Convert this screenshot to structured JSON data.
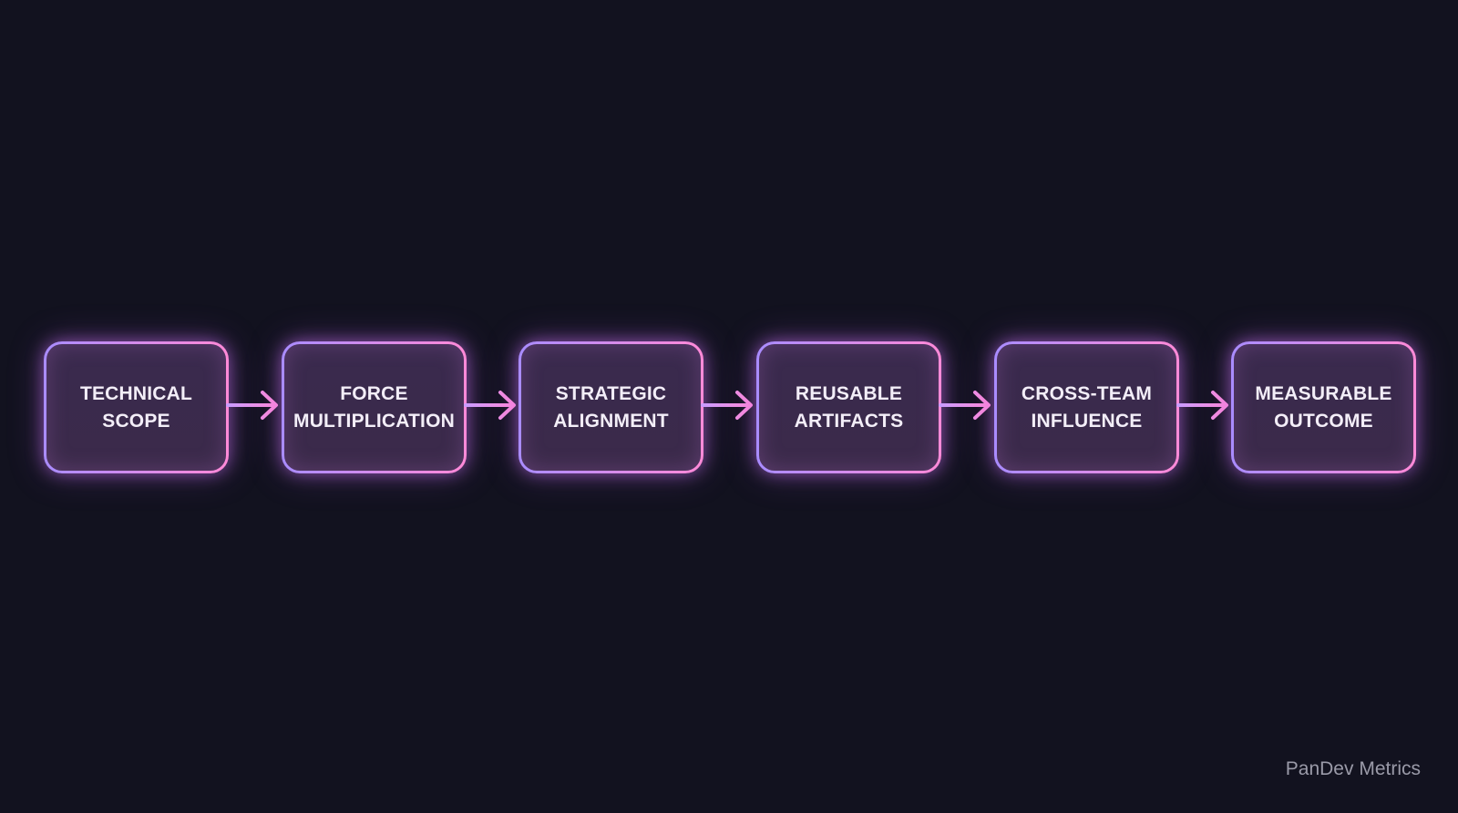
{
  "diagram": {
    "type": "linear-flow",
    "steps": [
      {
        "label": "TECHNICAL\nSCOPE"
      },
      {
        "label": "FORCE\nMULTIPLICATION"
      },
      {
        "label": "STRATEGIC\nALIGNMENT"
      },
      {
        "label": "REUSABLE\nARTIFACTS"
      },
      {
        "label": "CROSS-TEAM\nINFLUENCE"
      },
      {
        "label": "MEASURABLE\nOUTCOME"
      }
    ],
    "colors": {
      "background": "#12121f",
      "border_start": "#a98cff",
      "border_end": "#ff8ad8",
      "text": "#f3eef8"
    }
  },
  "watermark": "PanDev Metrics"
}
